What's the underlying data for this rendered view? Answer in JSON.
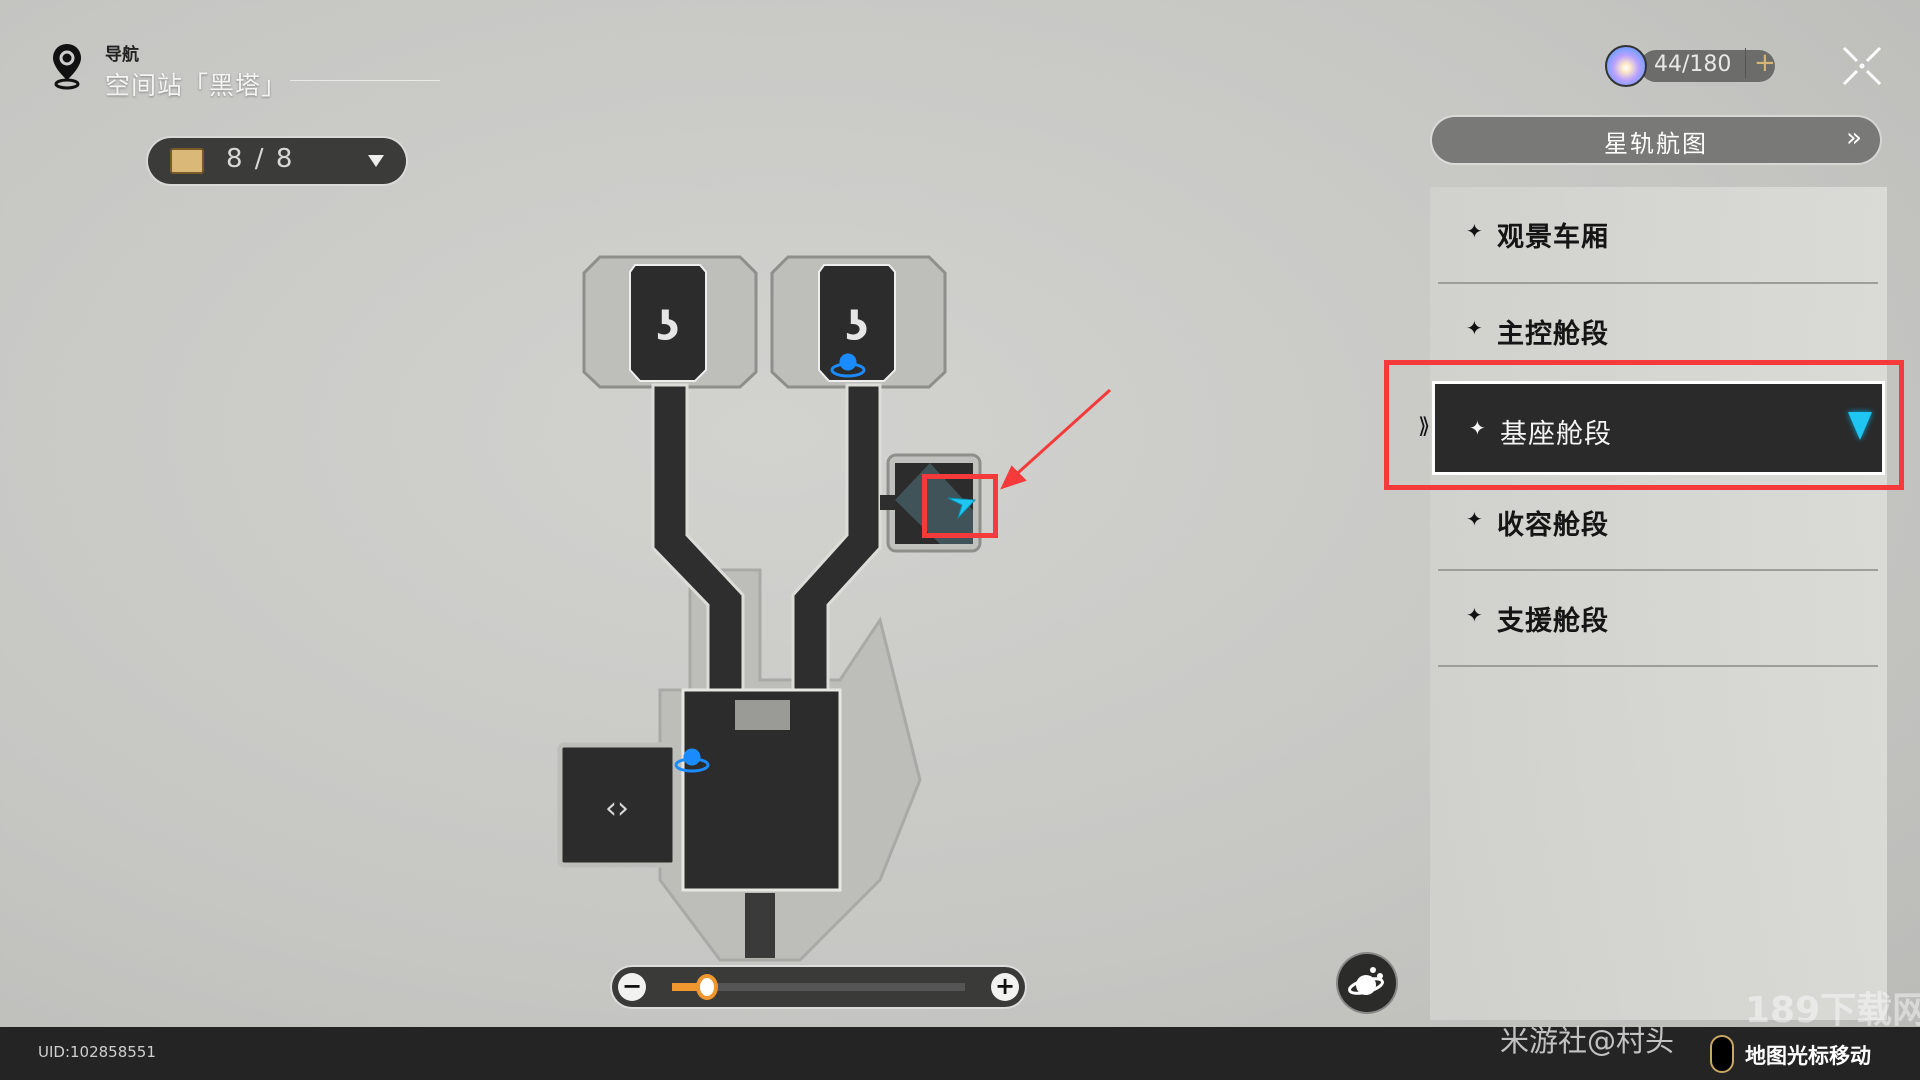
{
  "nav": {
    "label": "导航",
    "title": "空间站「黑塔」"
  },
  "chest": {
    "count": "8 / 8"
  },
  "resource": {
    "value": "44/180",
    "plus": "+"
  },
  "starmap": {
    "label": "星轨航图",
    "chevron": "»"
  },
  "menu": {
    "items": [
      {
        "label": "观景车厢",
        "star": "✦"
      },
      {
        "label": "主控舱段",
        "star": "✦"
      },
      {
        "label": "基座舱段",
        "star": "✦",
        "selected": true
      },
      {
        "label": "收容舱段",
        "star": "✦"
      },
      {
        "label": "支援舱段",
        "star": "✦"
      }
    ],
    "selected_marker": "⟫"
  },
  "zoom": {
    "minus": "−",
    "plus": "+",
    "level_fraction": 0.12
  },
  "footer": {
    "uid": "UID:102858551",
    "hint": "地图光标移动"
  },
  "watermarks": {
    "text1": "米游社@村头",
    "text2": "189下载网"
  },
  "colors": {
    "accent": "#f0962e",
    "player": "#1fc6f2",
    "annotation": "#f43a3a"
  }
}
